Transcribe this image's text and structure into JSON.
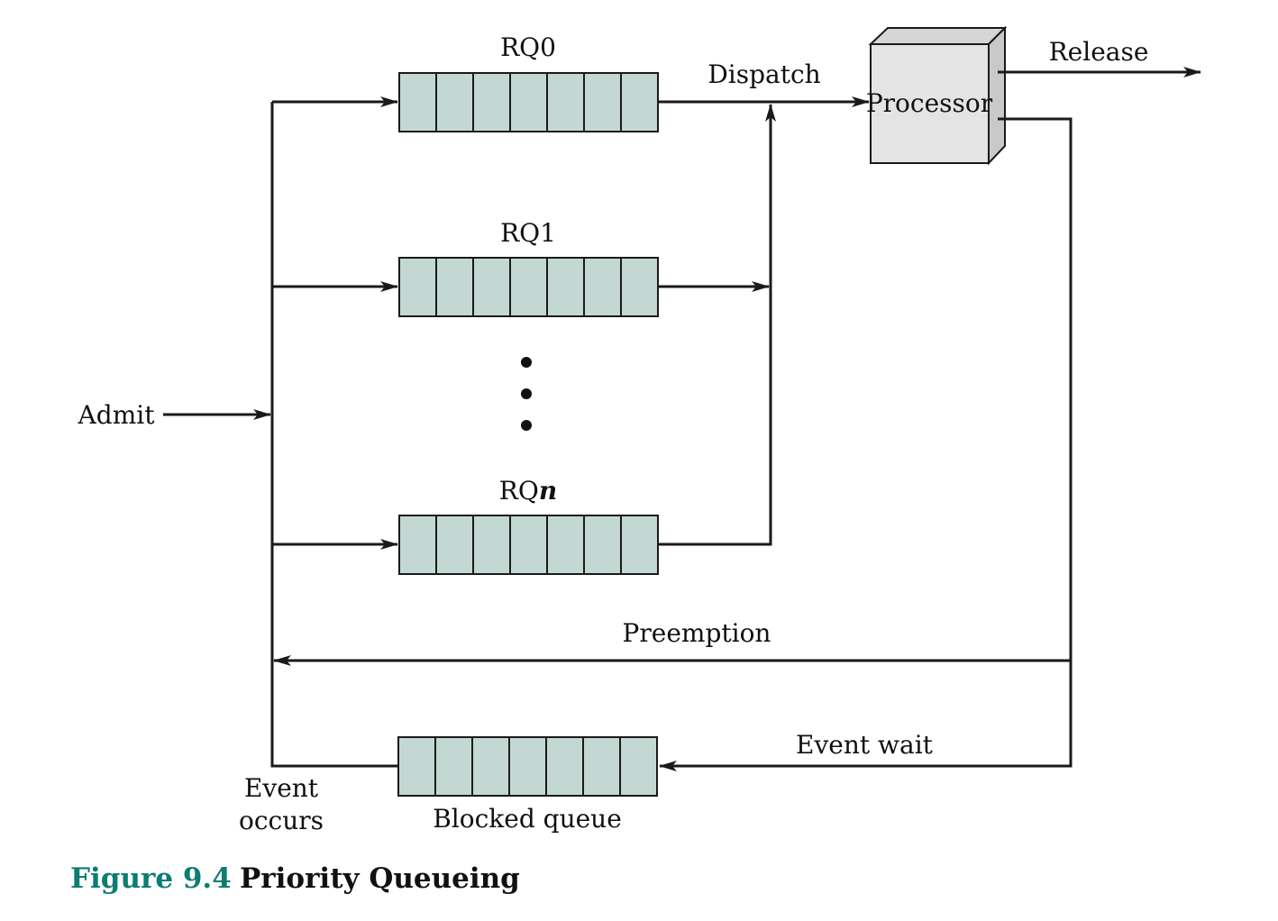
{
  "queues": {
    "rq0": {
      "label": "RQ0",
      "slots": 7
    },
    "rq1": {
      "label": "RQ1",
      "slots": 7
    },
    "rqn": {
      "label_prefix": "RQ",
      "label_suffix": "n",
      "slots": 7
    },
    "blocked": {
      "label": "Blocked queue",
      "slots": 7
    }
  },
  "labels": {
    "dispatch": "Dispatch",
    "processor": "Processor",
    "release": "Release",
    "admit": "Admit",
    "preemption": "Preemption",
    "event_wait": "Event wait",
    "event_occurs_line1": "Event",
    "event_occurs_line2": "occurs"
  },
  "caption": {
    "number": "Figure 9.4",
    "title": "Priority Queueing"
  },
  "colors": {
    "queue_fill": "#c3d8d2",
    "processor_front": "#e4e4e4",
    "processor_top": "#d6d6d6",
    "processor_side": "#c9c9c9",
    "caption_accent": "#0e7c72"
  }
}
